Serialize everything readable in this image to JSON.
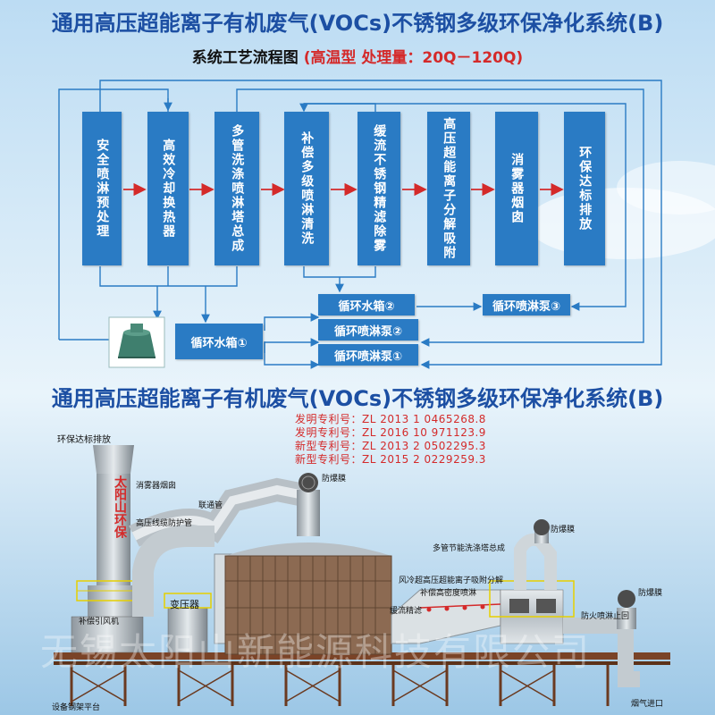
{
  "title_top": "通用高压超能离子有机废气(VOCs)不锈钢多级环保净化系统(B)",
  "subtitle": {
    "prefix": "系统工艺流程图",
    "highlight": "(高温型 处理量：20Q－120Q)"
  },
  "stages": [
    "安全喷淋预处理",
    "高效冷却换热器",
    "多管洗涤喷淋塔总成",
    "补偿多级喷淋清洗",
    "缓流不锈钢精滤除雾",
    "高压超能离子分解吸附",
    "消雾器烟囱",
    "环保达标排放"
  ],
  "aux_units": {
    "tank_2": "循环水箱②",
    "pump_3": "循环喷淋泵③",
    "tank_1": "循环水箱①",
    "pump_2": "循环喷淋泵②",
    "pump_1": "循环喷淋泵①"
  },
  "title_bottom": "通用高压超能离子有机废气(VOCs)不锈钢多级环保净化系统(B)",
  "patents": [
    "发明专利号：ZL 2013 1 0465268.8",
    "发明专利号：ZL 2016 10 971123.9",
    "新型专利号：ZL 2013 2 0502295.3",
    "新型专利号：ZL 2015 2 0229259.3"
  ],
  "equipment_labels": {
    "exhaust": "环保达标排放",
    "mist_chimney": "消雾器烟囱",
    "chimney_brand": "太阳山环保",
    "hv_cable": "高压线缆防护管",
    "connector": "联通管",
    "burst_1": "防爆膜",
    "burst_2": "防爆膜",
    "burst_3": "防爆膜",
    "multi_tube": "多管节能洗涤塔总成",
    "wind_cool": "风冷超高压超能离子吸附分解",
    "comp_spray": "补偿高密度喷淋",
    "slow_flow": "缓流精滤",
    "fire_spray": "防火喷淋止回",
    "aux_fan": "补偿引风机",
    "transformer": "变压器",
    "platform": "设备钢架平台",
    "flue_inlet": "烟气进口"
  },
  "watermark": "无锡太阳山新能源科技有限公司",
  "colors": {
    "box": "#2a7bc4",
    "arrow_red": "#d42a2a",
    "line_blue": "#2a7bc4",
    "title": "#1c4fa3"
  }
}
